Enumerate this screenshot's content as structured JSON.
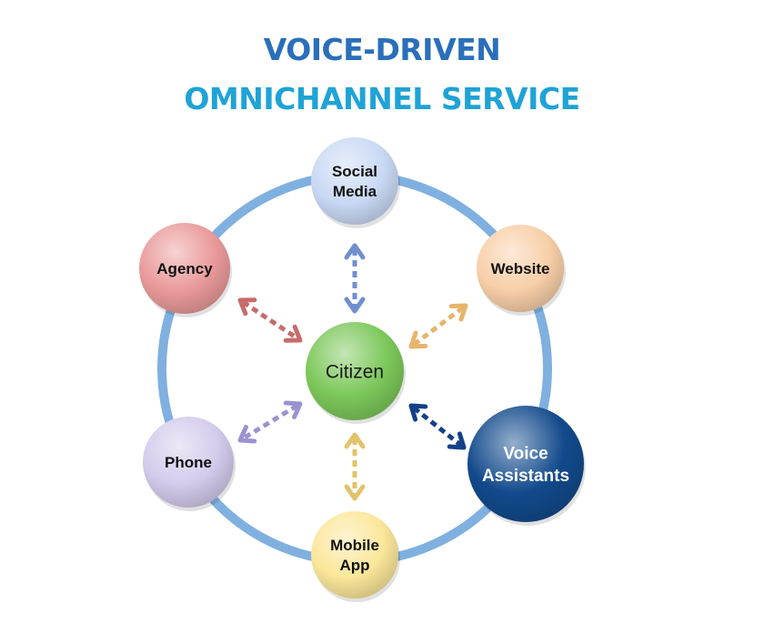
{
  "title": {
    "line1": "VOICE-DRIVEN",
    "line2": "OMNICHANNEL SERVICE",
    "line1_color": "#2a6fba",
    "line2_color": "#1fa3d6"
  },
  "ring_color": "#7fb0e0",
  "center": {
    "label": "Citizen",
    "color": "#7cc85a",
    "text_color": "#1a1a1a"
  },
  "nodes": [
    {
      "id": "social-media",
      "lines": [
        "Social",
        "Media"
      ],
      "color": "#c9d9f4",
      "text_color": "#111111",
      "arrow_color": "#6f8fcf"
    },
    {
      "id": "website",
      "lines": [
        "Website"
      ],
      "color": "#f8cfa8",
      "text_color": "#111111",
      "arrow_color": "#e6b56c"
    },
    {
      "id": "voice-assistants",
      "lines": [
        "Voice",
        "Assistants"
      ],
      "color": "#124a8c",
      "text_color": "#ffffff",
      "arrow_color": "#14408a"
    },
    {
      "id": "mobile-app",
      "lines": [
        "Mobile",
        "App"
      ],
      "color": "#fbe79a",
      "text_color": "#111111",
      "arrow_color": "#e2c36a"
    },
    {
      "id": "phone",
      "lines": [
        "Phone"
      ],
      "color": "#d4cbec",
      "text_color": "#111111",
      "arrow_color": "#9b93d0"
    },
    {
      "id": "agency",
      "lines": [
        "Agency"
      ],
      "color": "#ea9a9a",
      "text_color": "#111111",
      "arrow_color": "#c76b6b"
    }
  ]
}
